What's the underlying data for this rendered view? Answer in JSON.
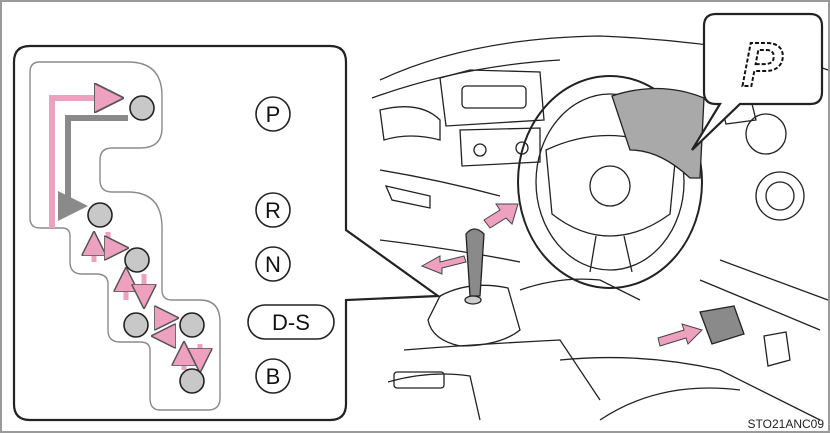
{
  "diagram": {
    "frame_color": "#9a9a9a",
    "pink": "#eea0bf",
    "gray_fill": "#c8c8c8",
    "dark_gray": "#8a8a8a",
    "gate_positions": [
      "P",
      "R",
      "N",
      "D-S",
      "B"
    ],
    "display_indicator": "P",
    "image_code": "STO21ANC09"
  }
}
